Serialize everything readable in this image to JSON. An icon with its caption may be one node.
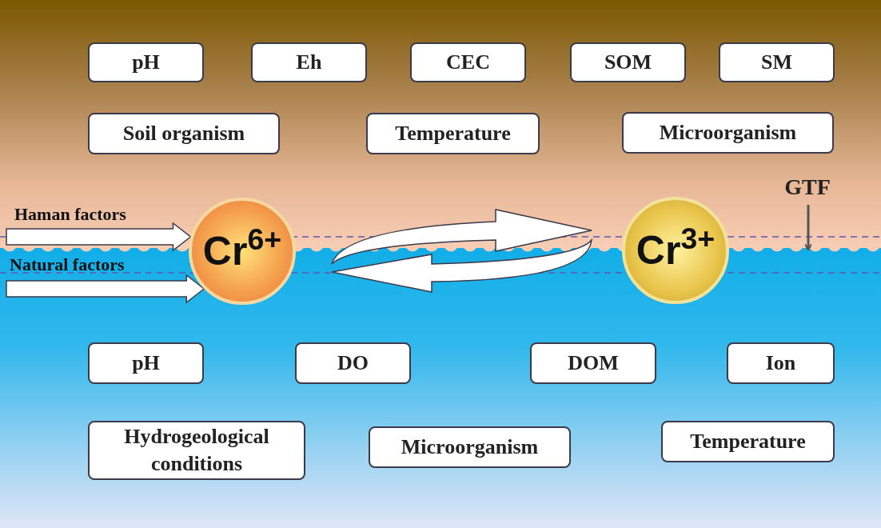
{
  "diagram": {
    "nodes": [
      {
        "text": [
          "pH"
        ]
      },
      {
        "text": [
          "Eh"
        ]
      },
      {
        "text": [
          "CEC"
        ]
      },
      {
        "text": [
          "SOM"
        ]
      },
      {
        "text": [
          "SM"
        ]
      },
      {
        "text": [
          "Soil organism"
        ]
      },
      {
        "text": [
          "Temperature"
        ]
      },
      {
        "text": [
          "Microorganism"
        ]
      },
      {
        "text": [
          "Cr$^{6+}$"
        ]
      },
      {
        "text": [
          "Cr$^{3+}$"
        ]
      },
      {
        "text": [
          "GTF"
        ]
      },
      {
        "text": [
          "pH"
        ]
      },
      {
        "text": [
          "DO"
        ]
      },
      {
        "text": [
          "DOM"
        ]
      },
      {
        "text": [
          "Ion"
        ]
      },
      {
        "text": [
          "Hydrogeological conditions"
        ]
      },
      {
        "text": [
          "Microorganism"
        ]
      },
      {
        "text": [
          "Temperature"
        ]
      }
    ],
    "edges": [
      {
        "from": null,
        "to": 8,
        "arrow": "to",
        "label": "Haman factors"
      },
      {
        "from": null,
        "to": 8,
        "arrow": "to",
        "label": "Natural factors"
      },
      {
        "from": 8,
        "to": 9,
        "arrow": "to"
      },
      {
        "from": 9,
        "to": 8,
        "arrow": "to"
      },
      {
        "from": 10,
        "to": null,
        "arrow": "to"
      }
    ]
  }
}
